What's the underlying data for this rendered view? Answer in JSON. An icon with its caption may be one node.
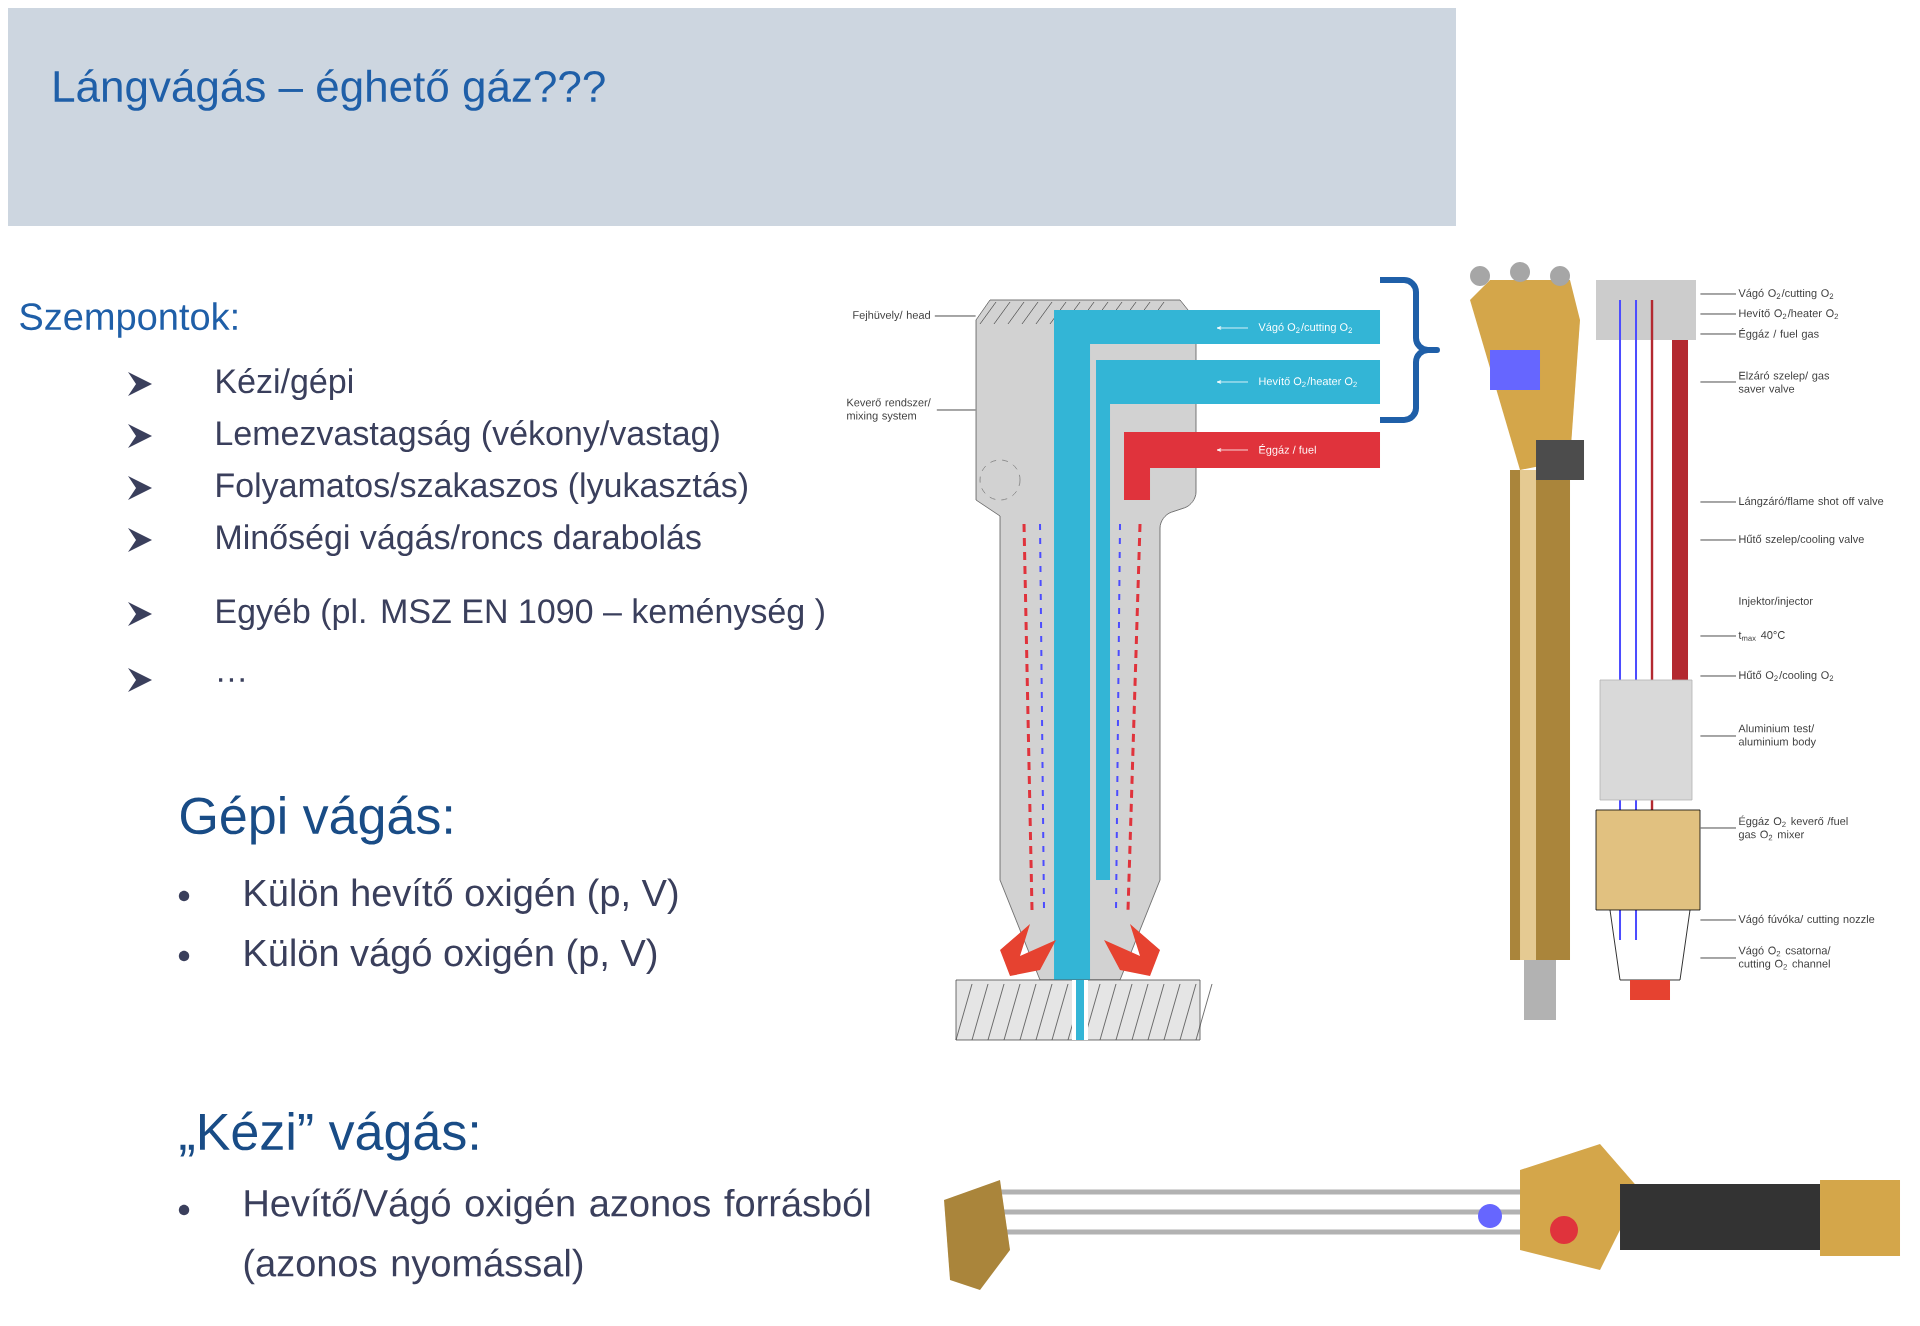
{
  "diagram": {
    "title": "Lángvágás – éghető gáz???",
    "nodes": [
      {
        "text": [
          "Fejhüvely/ head"
        ]
      },
      {
        "text": [
          "Keverő rendszer/ mixing system"
        ]
      },
      {
        "text": [
          "Vágó O$_{2}$/cutting O$_{2}$"
        ]
      },
      {
        "text": [
          "Hevítő O$_{2}$/heater O$_{2}$"
        ]
      },
      {
        "text": [
          "Éggáz / fuel gas"
        ]
      },
      {
        "text": [
          "Elzáró szelep/ gas saver valve"
        ]
      },
      {
        "text": [
          "Lángzáró/flame shot off valve"
        ]
      },
      {
        "text": [
          "Hűtő szelep/cooling valve"
        ]
      },
      {
        "text": [
          "t$_{max}$ 40°C"
        ]
      },
      {
        "text": [
          "Hűtő O$_{2}$/cooling O$_{2}$"
        ]
      },
      {
        "text": [
          "Aluminium test/ aluminium body"
        ]
      },
      {
        "text": [
          "Éggáz O$_{2}$ keverő /fuel gas O$_{2}$ mixer"
        ]
      },
      {
        "text": [
          "Vágó fúvóka/ cutting nozzle"
        ]
      },
      {
        "text": [
          "Vágó O$_{2}$ csatorna/ cutting O$_{2}$ channel"
        ]
      },
      {
        "text": [],
        "shape": "picture"
      },
      {
        "text": [],
        "shape": "picture"
      }
    ],
    "edges": [
      {
        "from": 0,
        "to": 14,
        "arrow": "none"
      },
      {
        "from": 1,
        "to": 14,
        "arrow": "none"
      },
      {
        "from": 2,
        "to": 15,
        "arrow": "none"
      },
      {
        "from": 3,
        "to": 15,
        "arrow": "none"
      },
      {
        "from": 4,
        "to": 15,
        "arrow": "none"
      },
      {
        "from": 5,
        "to": 15,
        "arrow": "none"
      },
      {
        "from": 6,
        "to": 15,
        "arrow": "none"
      },
      {
        "from": 7,
        "to": 15,
        "arrow": "none"
      },
      {
        "from": 8,
        "to": 15,
        "arrow": "none"
      },
      {
        "from": 9,
        "to": 15,
        "arrow": "none"
      },
      {
        "from": 10,
        "to": 15,
        "arrow": "none"
      },
      {
        "from": 11,
        "to": 15,
        "arrow": "none"
      },
      {
        "from": 12,
        "to": 15,
        "arrow": "none"
      },
      {
        "from": 13,
        "to": 15,
        "arrow": "none"
      }
    ],
    "labels": [
      "Szempontok:",
      "Kézi/gépi",
      "Lemezvastagság (vékony/vastag)",
      "Folyamatos/szakaszos (lyukasztás)",
      "Minőségi vágás/roncs darabolás",
      "Egyéb (pl. MSZ EN 1090 – keménység )",
      "…",
      "Gépi vágás:",
      "Külön hevítő oxigén (p, V)",
      "Külön vágó oxigén (p, V)",
      "„Kézi” vágás:",
      "Hevítő/Vágó oxigén azonos forrásból (azonos nyomással)",
      "Vágó O$_{2}$/cutting O$_{2}$",
      "Hevítő O$_{2}$/heater O$_{2}$",
      "Éggáz / fuel",
      "Injektor/injector"
    ]
  }
}
